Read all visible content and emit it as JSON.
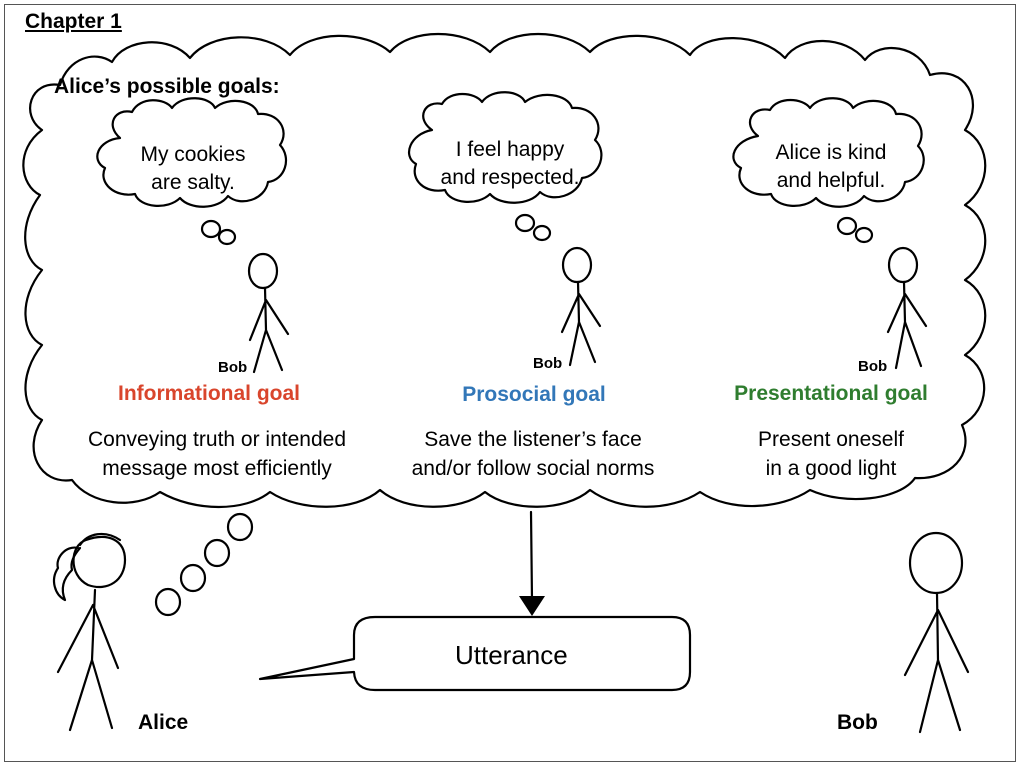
{
  "chapter": "Chapter 1",
  "heading": "Alice’s possible goals:",
  "goals": [
    {
      "thought_lines": [
        "My cookies",
        "are salty."
      ],
      "listener": "Bob",
      "name": "Informational goal",
      "color": "#d9452c",
      "desc_lines": [
        "Conveying truth or intended",
        "message most efficiently"
      ]
    },
    {
      "thought_lines": [
        "I feel happy",
        "and respected."
      ],
      "listener": "Bob",
      "name": "Prosocial goal",
      "color": "#3277b8",
      "desc_lines": [
        "Save the listener’s face",
        "and/or follow social norms"
      ]
    },
    {
      "thought_lines": [
        "Alice is kind",
        "and helpful."
      ],
      "listener": "Bob",
      "name": "Presentational goal",
      "color": "#2f7d2f",
      "desc_lines": [
        "Present oneself",
        "in a good light"
      ]
    }
  ],
  "utterance": "Utterance",
  "speaker": "Alice",
  "listener": "Bob"
}
